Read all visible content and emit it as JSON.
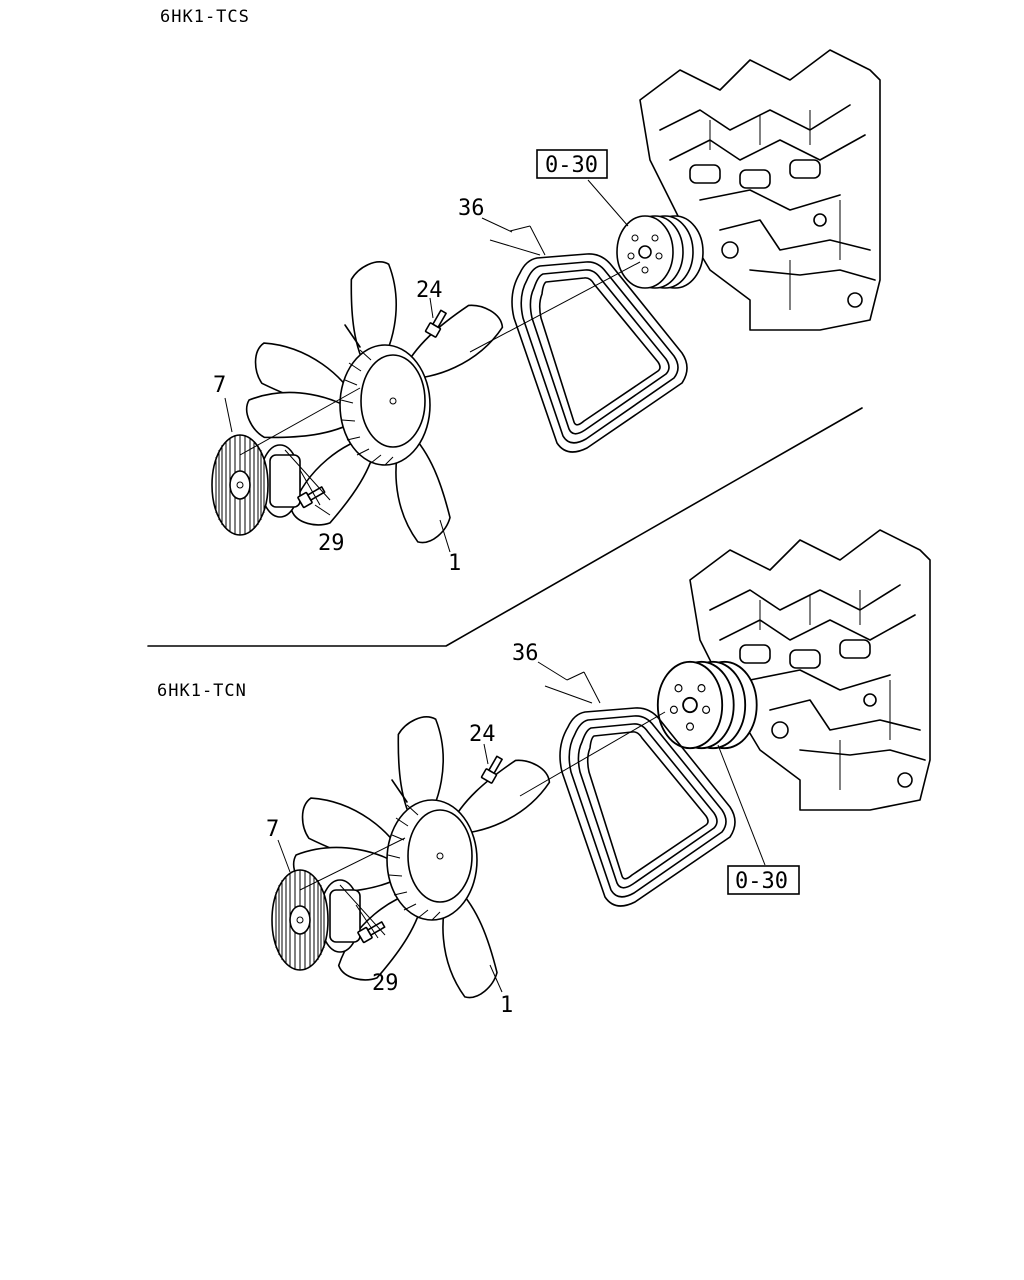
{
  "variants": [
    {
      "name": "6HK1-TCS",
      "callouts": {
        "fan": "1",
        "fan_clutch": "7",
        "bolt_upper": "24",
        "bolt_lower": "29",
        "belt": "36",
        "ref_box": "0-30"
      }
    },
    {
      "name": "6HK1-TCN",
      "callouts": {
        "fan": "1",
        "fan_clutch": "7",
        "bolt_upper": "24",
        "bolt_lower": "29",
        "belt": "36",
        "ref_box": "0-30"
      }
    }
  ]
}
